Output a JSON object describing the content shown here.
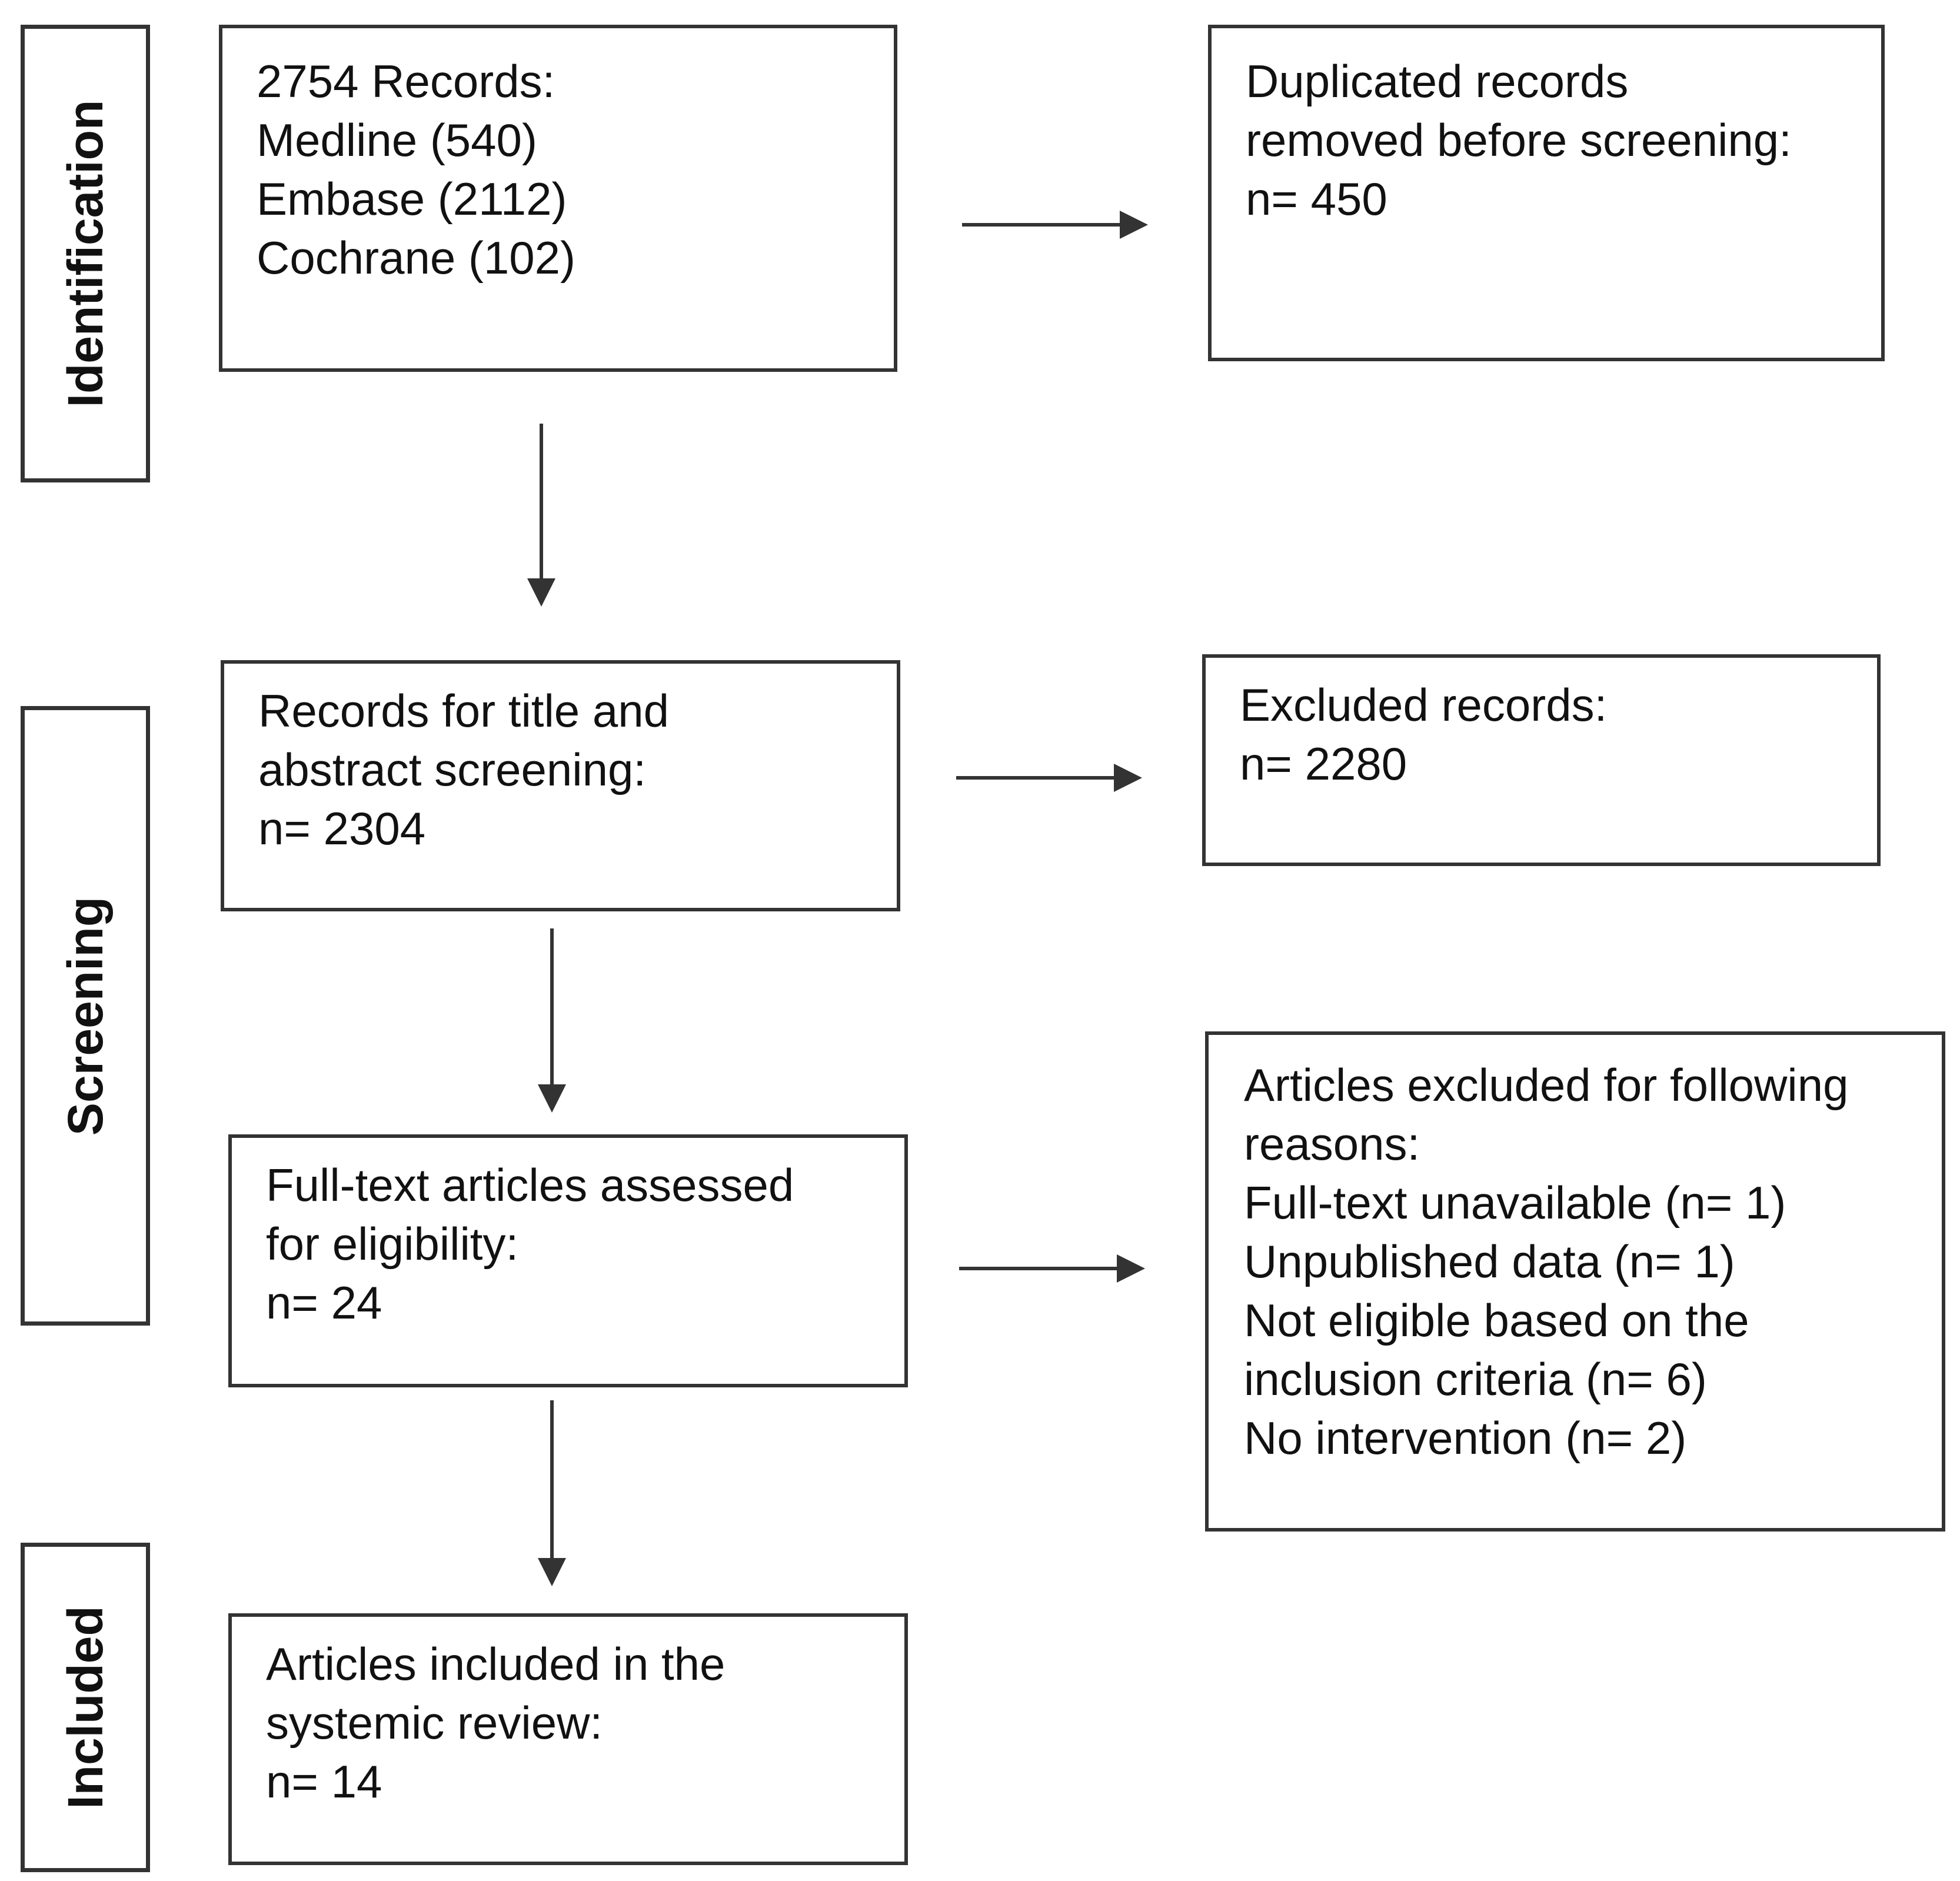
{
  "stages": {
    "identification": "Identification",
    "screening": "Screening",
    "included": "Included"
  },
  "boxes": {
    "records": {
      "lines": [
        "2754 Records:",
        "Medline (540)",
        "Embase (2112)",
        "Cochrane (102)"
      ]
    },
    "duplicates": {
      "lines": [
        "Duplicated records",
        "removed before screening:",
        "n= 450"
      ]
    },
    "title_abstract": {
      "lines": [
        "Records for title and",
        "abstract screening:",
        "n= 2304"
      ]
    },
    "excluded_records": {
      "lines": [
        "Excluded records:",
        "n= 2280"
      ]
    },
    "full_text": {
      "lines": [
        "Full-text articles assessed",
        "for eligibility:",
        "n= 24"
      ]
    },
    "excluded_articles": {
      "lines": [
        "Articles excluded for following",
        "reasons:",
        "Full-text unavailable (n= 1)",
        "Unpublished data (n= 1)",
        "Not eligible based on the",
        "inclusion criteria (n= 6)",
        "No intervention (n= 2)"
      ]
    },
    "included": {
      "lines": [
        "Articles included in the",
        "systemic review:",
        "n= 14"
      ]
    }
  },
  "colors": {
    "line": "#333333",
    "text": "#111111",
    "background": "#ffffff"
  }
}
